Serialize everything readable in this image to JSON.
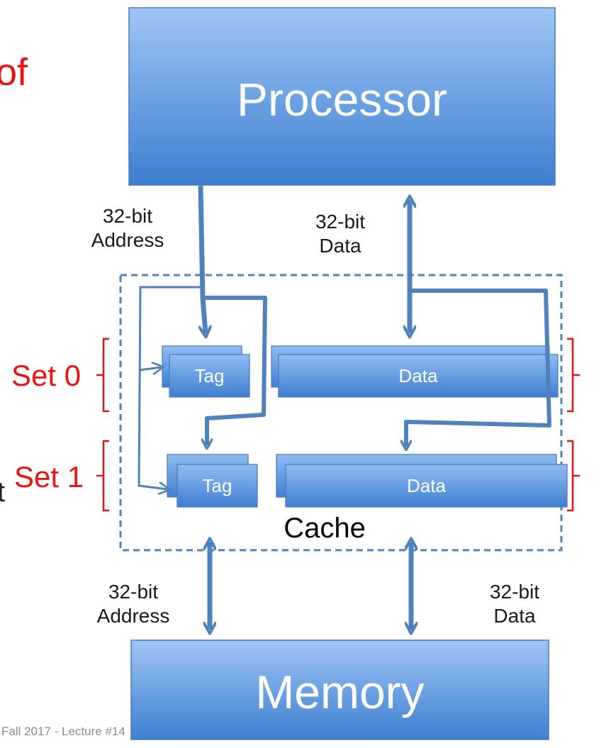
{
  "slide": {
    "clipped_title_fragment": "of",
    "clipped_left_glyph": "t",
    "footer": "Fall 2017 - Lecture #14"
  },
  "diagram": {
    "processor_label": "Processor",
    "memory_label": "Memory",
    "cache_label": "Cache",
    "sets": [
      {
        "label": "Set 0",
        "tag_label": "Tag",
        "data_label": "Data"
      },
      {
        "label": "Set 1",
        "tag_label": "Tag",
        "data_label": "Data"
      }
    ],
    "bus_labels": {
      "top_address": [
        "32-bit",
        "Address"
      ],
      "top_data": [
        "32-bit",
        "Data"
      ],
      "bottom_address": [
        "32-bit",
        "Address"
      ],
      "bottom_data": [
        "32-bit",
        "Data"
      ]
    },
    "colors": {
      "box_top": "#9fc6f6",
      "box_bottom": "#3d7fd0",
      "box_edge": "#4a78b4",
      "arrow": "#4f81bd",
      "bracket": "#ee1111",
      "dashed_border": "#4f81bd"
    }
  }
}
